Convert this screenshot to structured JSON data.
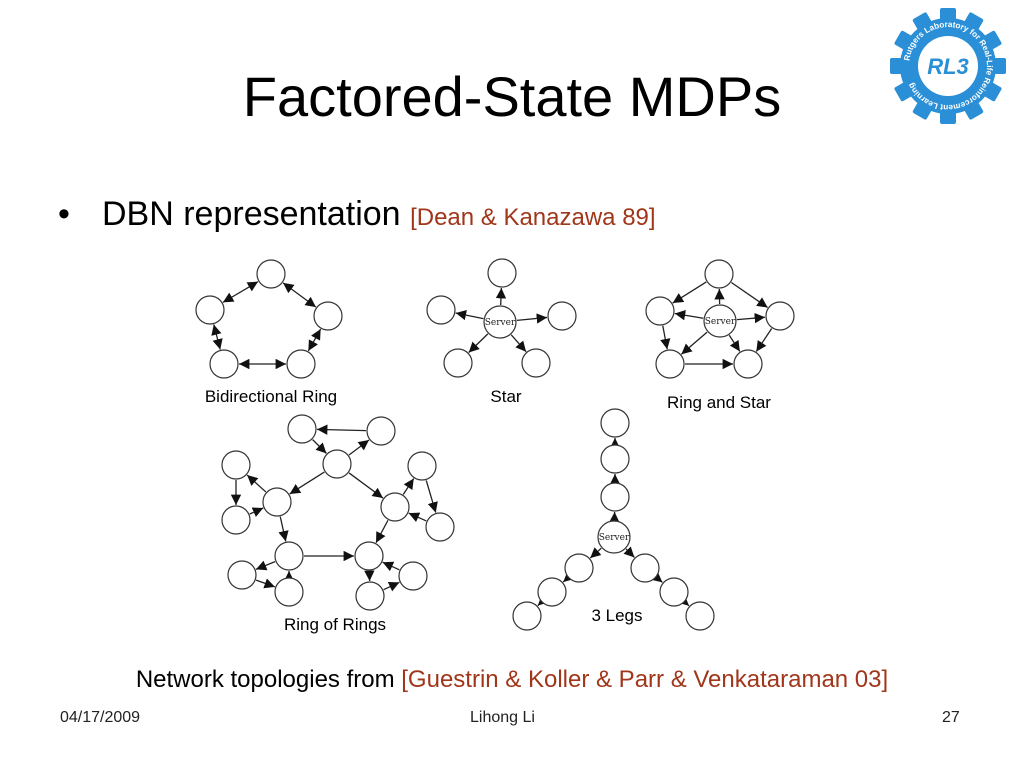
{
  "slide": {
    "title": "Factored-State MDPs",
    "bullet_text": "DBN representation",
    "bullet_citation": "[Dean & Kanazawa 89]",
    "caption_text": "Network topologies from",
    "caption_citation": "[Guestrin & Koller & Parr & Venkataraman 03]",
    "citation_color": "#a0361a"
  },
  "logo": {
    "text": "RL3",
    "ring_text": "Rutgers Laboratory for Real-Life Reinforcement Learning",
    "color": "#2a8fd6"
  },
  "topologies": [
    {
      "label": "Bidirectional Ring"
    },
    {
      "label": "Star"
    },
    {
      "label": "Ring and Star"
    },
    {
      "label": "Ring of Rings"
    },
    {
      "label": "3 Legs"
    }
  ],
  "server_label": "Server",
  "footer": {
    "date": "04/17/2009",
    "author": "Lihong Li",
    "page": "27"
  }
}
